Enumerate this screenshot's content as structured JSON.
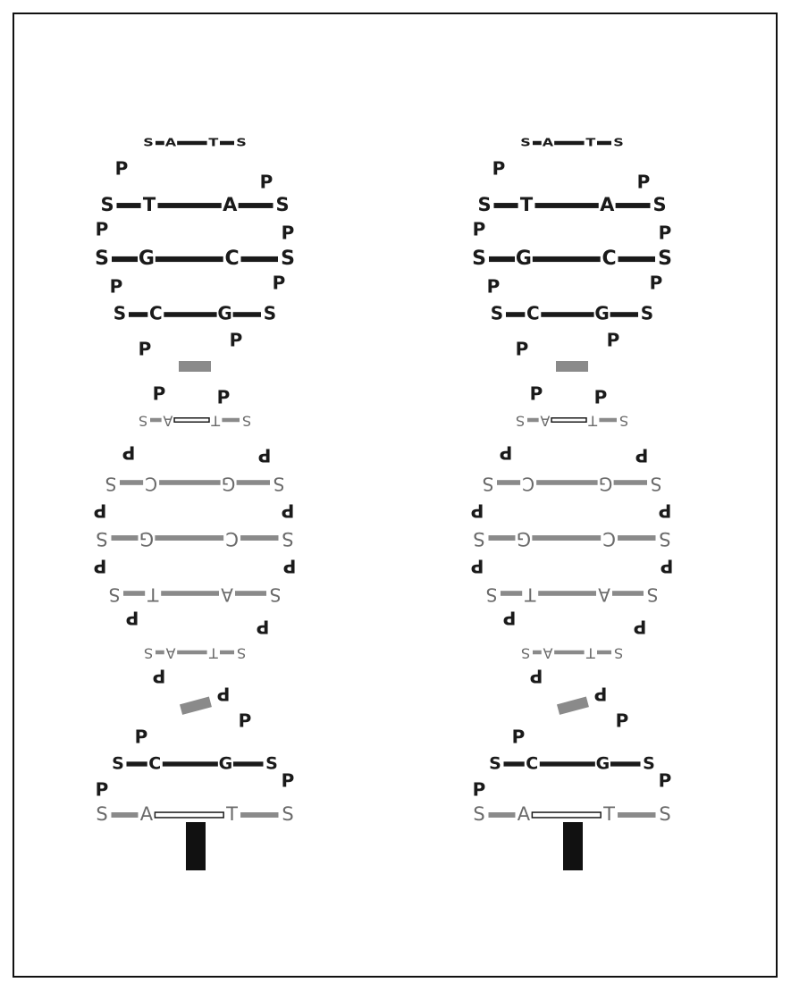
{
  "diagram": {
    "helices": [
      {
        "name": "left-helix",
        "rungs": [
          {
            "left": "S",
            "base1": "A",
            "base2": "T",
            "right": "S"
          },
          {
            "left": "S",
            "base1": "T",
            "base2": "A",
            "right": "S"
          },
          {
            "left": "S",
            "base1": "G",
            "base2": "C",
            "right": "S"
          },
          {
            "left": "S",
            "base1": "C",
            "base2": "G",
            "right": "S"
          },
          {
            "left": "S",
            "base1": "A",
            "base2": "T",
            "right": "S"
          },
          {
            "left": "S",
            "base1": "C",
            "base2": "G",
            "right": "S"
          },
          {
            "left": "S",
            "base1": "G",
            "base2": "C",
            "right": "S"
          },
          {
            "left": "S",
            "base1": "T",
            "base2": "A",
            "right": "S"
          },
          {
            "left": "S",
            "base1": "A",
            "base2": "T",
            "right": "S"
          },
          {
            "left": "S",
            "base1": "C",
            "base2": "G",
            "right": "S"
          },
          {
            "left": "S",
            "base1": "A",
            "base2": "T",
            "right": "S"
          }
        ],
        "phosphate": "P"
      },
      {
        "name": "right-helix",
        "rungs": [
          {
            "left": "S",
            "base1": "A",
            "base2": "T",
            "right": "S"
          },
          {
            "left": "S",
            "base1": "T",
            "base2": "A",
            "right": "S"
          },
          {
            "left": "S",
            "base1": "G",
            "base2": "C",
            "right": "S"
          },
          {
            "left": "S",
            "base1": "C",
            "base2": "G",
            "right": "S"
          },
          {
            "left": "S",
            "base1": "A",
            "base2": "T",
            "right": "S"
          },
          {
            "left": "S",
            "base1": "C",
            "base2": "G",
            "right": "S"
          },
          {
            "left": "S",
            "base1": "G",
            "base2": "C",
            "right": "S"
          },
          {
            "left": "S",
            "base1": "T",
            "base2": "A",
            "right": "S"
          },
          {
            "left": "S",
            "base1": "A",
            "base2": "T",
            "right": "S"
          },
          {
            "left": "S",
            "base1": "C",
            "base2": "G",
            "right": "S"
          },
          {
            "left": "S",
            "base1": "A",
            "base2": "T",
            "right": "S"
          }
        ],
        "phosphate": "P"
      }
    ]
  },
  "colors": {
    "ink": "#1a1a1a",
    "faint": "#6a6a6a",
    "frame": "#111111"
  }
}
